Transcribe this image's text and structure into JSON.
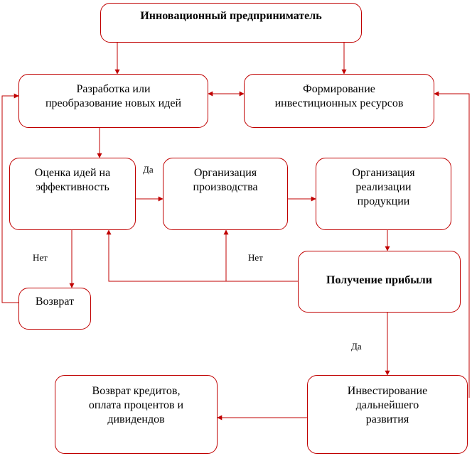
{
  "nodes": {
    "entrepreneur": "Инновационный предприниматель",
    "idea_development": "Разработка или\nпреобразование новых идей",
    "investment_resources": "Формирование\nинвестиционных ресурсов",
    "idea_evaluation": "Оценка идей на\nэффективность",
    "production": "Организация\nпроизводства",
    "sales": "Организация\nреализации\nпродукции",
    "profit": "Получение прибыли",
    "return": "Возврат",
    "credits_return": "Возврат кредитов,\nоплата процентов и\nдивидендов",
    "further_investment": "Инвестирование\nдальнейшего\nразвития"
  },
  "labels": {
    "yes_evaluation": "Да",
    "no_evaluation": "Нет",
    "no_profit": "Нет",
    "yes_profit": "Да"
  },
  "colors": {
    "border": "#c00000",
    "text": "#000000"
  }
}
